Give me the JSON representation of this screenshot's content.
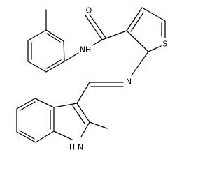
{
  "molecule": {
    "atoms": {
      "oxygen": "O",
      "amide_nh": "NH",
      "sulfur": "S",
      "imine_n": "N",
      "indole_nh": "H",
      "indole_n": "N"
    }
  }
}
